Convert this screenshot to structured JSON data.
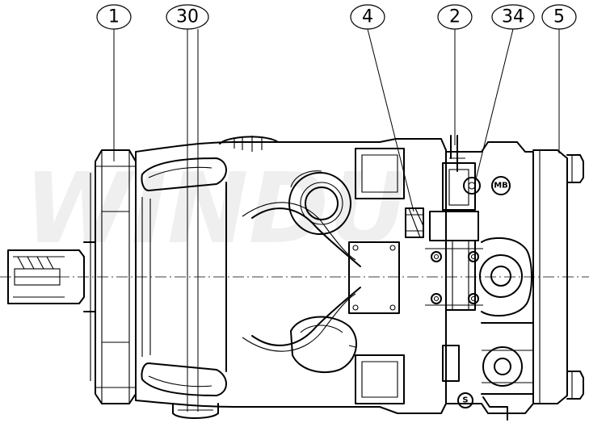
{
  "callouts": [
    {
      "id": "c1",
      "label": "1"
    },
    {
      "id": "c30",
      "label": "30"
    },
    {
      "id": "c4",
      "label": "4"
    },
    {
      "id": "c2",
      "label": "2"
    },
    {
      "id": "c34",
      "label": "34"
    },
    {
      "id": "c5",
      "label": "5"
    }
  ],
  "port_marks": {
    "mb": "MB",
    "s": "S"
  },
  "watermark": "WINDU"
}
